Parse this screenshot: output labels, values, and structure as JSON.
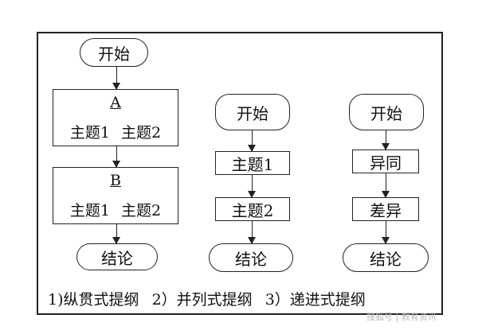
{
  "col1": {
    "start": "开始",
    "box_a": {
      "heading": "A",
      "topics": "主题1 主题2"
    },
    "box_b": {
      "heading": "B",
      "topics": "主题1 主题2"
    },
    "end": "结论"
  },
  "col2": {
    "start": "开始",
    "topic1": "主题1",
    "topic2": "主题2",
    "end": "结论"
  },
  "col3": {
    "start": "开始",
    "similar": "异同",
    "difference": "差异",
    "end": "结论"
  },
  "captions": [
    "1)纵贯式提纲",
    "2）并列式提纲",
    "3）递进式提纲"
  ],
  "watermark": "搜狐号 | 教育资讯"
}
